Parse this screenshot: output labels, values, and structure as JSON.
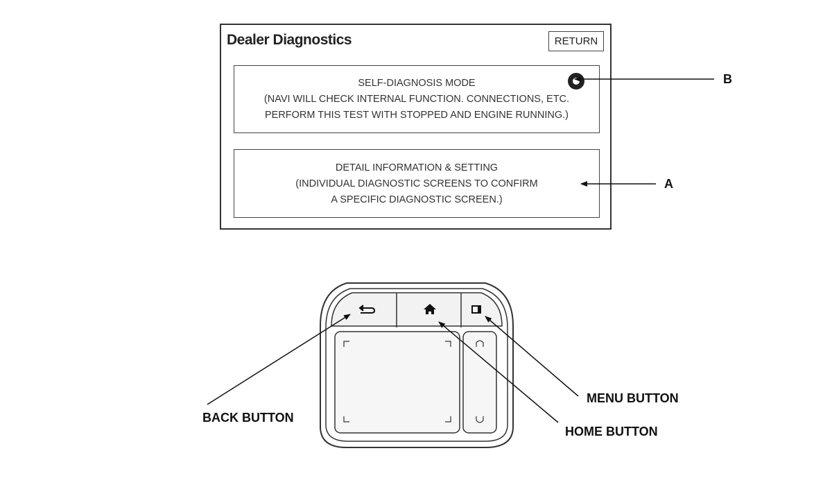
{
  "screen": {
    "title": "Dealer Diagnostics",
    "return_label": "RETURN",
    "self_diagnosis": {
      "line1": "SELF-DIAGNOSIS MODE",
      "line2": "(NAVI WILL CHECK INTERNAL FUNCTION. CONNECTIONS, ETC.",
      "line3": "PERFORM THIS TEST WITH STOPPED AND ENGINE RUNNING.)"
    },
    "detail_info": {
      "line1": "DETAIL INFORMATION & SETTING",
      "line2": "(INDIVIDUAL DIAGNOSTIC SCREENS TO CONFIRM",
      "line3": "A SPECIFIC DIAGNOSTIC SCREEN.)"
    }
  },
  "callouts": {
    "b": "B",
    "a": "A",
    "back": "BACK BUTTON",
    "home": "HOME BUTTON",
    "menu": "MENU BUTTON"
  },
  "icons": {
    "back": "back-arrow-icon",
    "home": "home-icon",
    "menu": "menu-icon"
  }
}
